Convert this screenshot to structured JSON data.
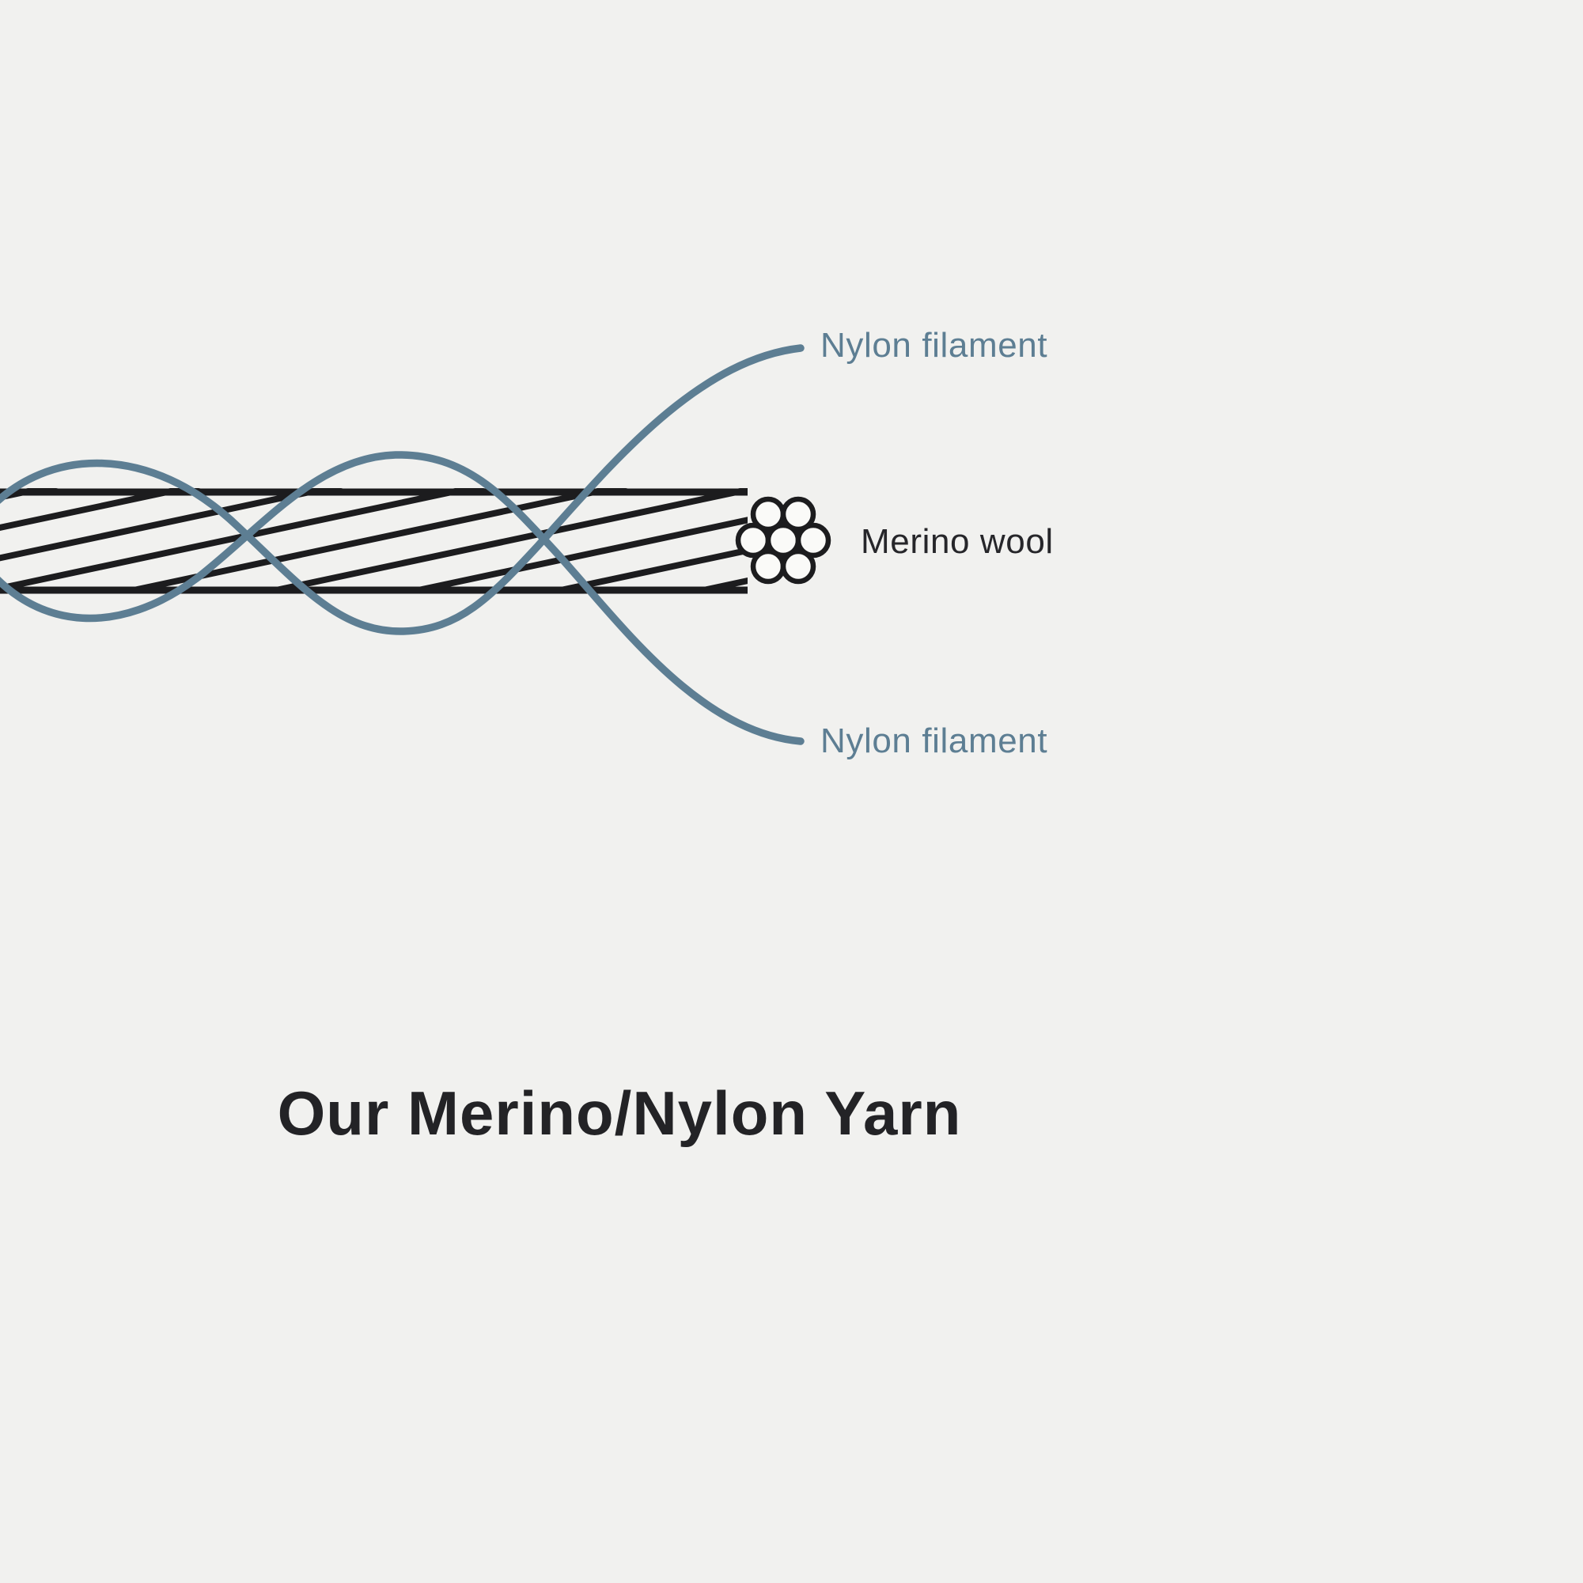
{
  "diagram": {
    "title": "Our Merino/Nylon Yarn",
    "labels": {
      "nylon_top": "Nylon filament",
      "merino": "Merino wool",
      "nylon_bottom": "Nylon filament"
    },
    "colors": {
      "background": "#f1f1ef",
      "ink": "#1c1c1e",
      "filament": "#5d7e93",
      "strand_fill": "#fafaf8",
      "label_blue": "#5d7e93",
      "label_dark": "#26262a",
      "title": "#232326"
    }
  }
}
